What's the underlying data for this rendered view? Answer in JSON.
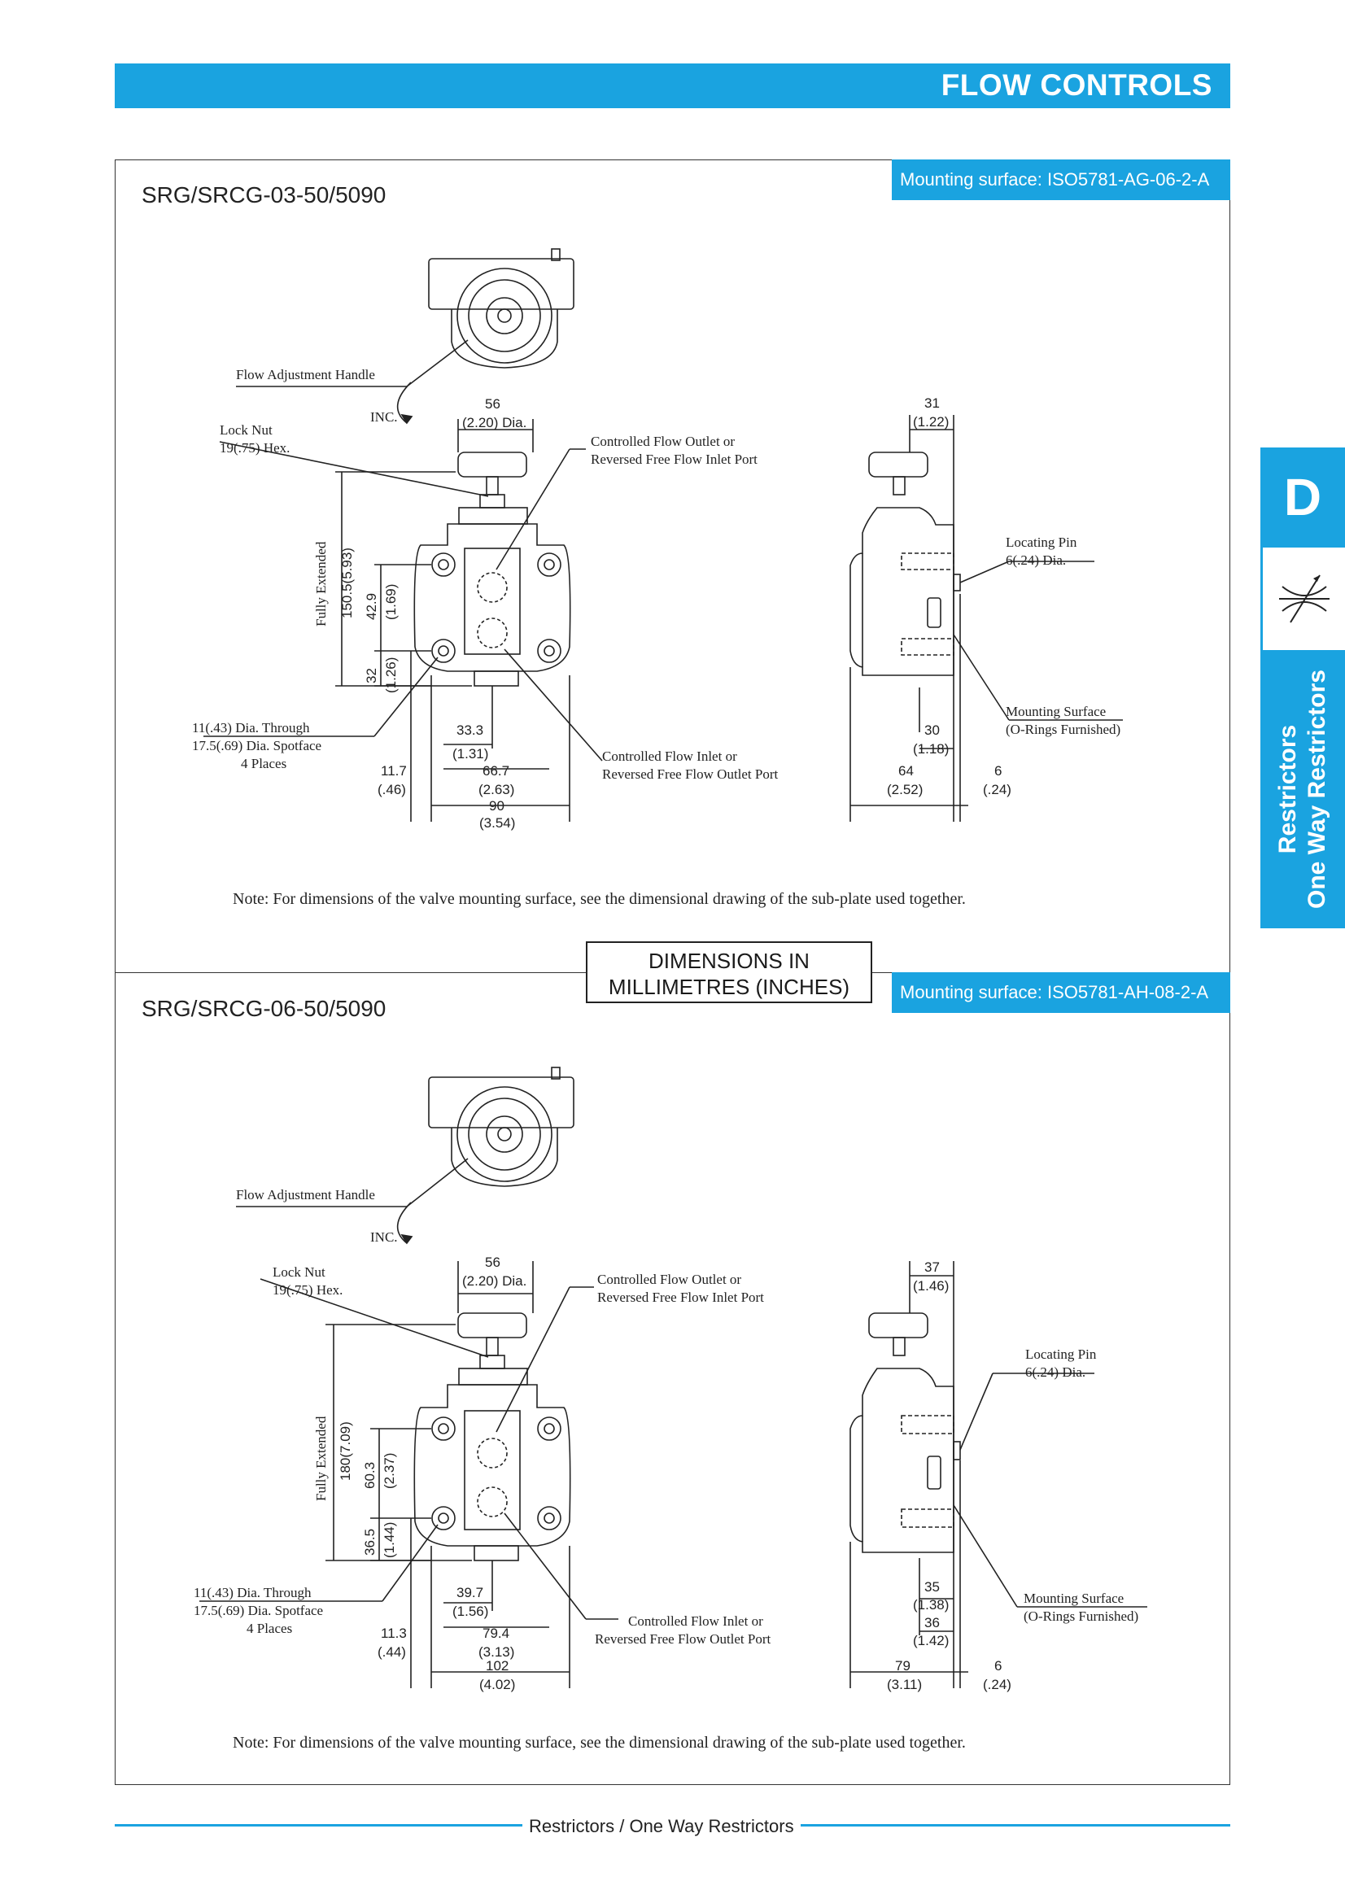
{
  "header": {
    "title": "FLOW CONTROLS"
  },
  "tab": {
    "letter": "D",
    "line1": "Restrictors",
    "line2": "One Way Restrictors",
    "symbol": "flow-restrictor-symbol-icon"
  },
  "dimensions_box": {
    "line1": "DIMENSIONS IN",
    "line2": "MILLIMETRES (INCHES)"
  },
  "sections": [
    {
      "title": "SRG/SRCG-03-50/5090",
      "mounting": "Mounting surface: ISO5781-AG-06-2-A",
      "note": "Note: For dimensions of the valve mounting surface, see the dimensional drawing of the sub-plate used together.",
      "labels": {
        "handle": "Flow Adjustment Handle",
        "inc": "INC.",
        "lock1": "Lock Nut",
        "lock2": "19(.75) Hex.",
        "out1": "Controlled Flow Outlet or",
        "out2": "Reversed Free Flow Inlet Port",
        "in1": "Controlled Flow Inlet or",
        "in2": "Reversed Free Flow Outlet Port",
        "hole1": "11(.43) Dia. Through",
        "hole2": "17.5(.69) Dia. Spotface",
        "hole3": "4 Places",
        "pin1": "Locating Pin",
        "pin2": "6(.24) Dia.",
        "ms1": "Mounting Surface",
        "ms2": "(O-Rings Furnished)",
        "fully": "Fully Extended"
      },
      "dims": {
        "d56": "56",
        "d56i": "(2.20) Dia.",
        "dfull": "150.5(5.93)",
        "dA": "42.9",
        "dAi": "(1.69)",
        "dB": "32",
        "dBi": "(1.26)",
        "dC": "33.3",
        "dCi": "(1.31)",
        "dD": "11.7",
        "dDi": "(.46)",
        "dE": "66.7",
        "dEi": "(2.63)",
        "dF": "90",
        "dFi": "(3.54)",
        "sTop": "31",
        "sTopi": "(1.22)",
        "sA": "30",
        "sAi": "(1.18)",
        "sB": "",
        "sBi": "",
        "sW": "64",
        "sWi": "(2.52)",
        "s6": "6",
        "s6i": "(.24)"
      }
    },
    {
      "title": "SRG/SRCG-06-50/5090",
      "mounting": "Mounting surface: ISO5781-AH-08-2-A",
      "note": "Note: For dimensions of the valve mounting surface, see the dimensional drawing of the sub-plate used together.",
      "labels": {
        "handle": "Flow Adjustment Handle",
        "inc": "INC.",
        "lock1": "Lock Nut",
        "lock2": "19(.75) Hex.",
        "out1": "Controlled Flow Outlet or",
        "out2": "Reversed Free Flow Inlet Port",
        "in1": "Controlled Flow Inlet or",
        "in2": "Reversed Free Flow Outlet Port",
        "hole1": "11(.43) Dia. Through",
        "hole2": "17.5(.69) Dia. Spotface",
        "hole3": "4 Places",
        "pin1": "Locating Pin",
        "pin2": "6(.24) Dia.",
        "ms1": "Mounting Surface",
        "ms2": "(O-Rings Furnished)",
        "fully": "Fully Extended"
      },
      "dims": {
        "d56": "56",
        "d56i": "(2.20) Dia.",
        "dfull": "180(7.09)",
        "dA": "60.3",
        "dAi": "(2.37)",
        "dB": "36.5",
        "dBi": "(1.44)",
        "dC": "39.7",
        "dCi": "(1.56)",
        "dD": "11.3",
        "dDi": "(.44)",
        "dE": "79.4",
        "dEi": "(3.13)",
        "dF": "102",
        "dFi": "(4.02)",
        "sTop": "37",
        "sTopi": "(1.46)",
        "sA": "35",
        "sAi": "(1.38)",
        "sB": "36",
        "sBi": "(1.42)",
        "sW": "79",
        "sWi": "(3.11)",
        "s6": "6",
        "s6i": "(.24)"
      }
    }
  ],
  "footer": {
    "text": "Restrictors / One Way Restrictors"
  }
}
